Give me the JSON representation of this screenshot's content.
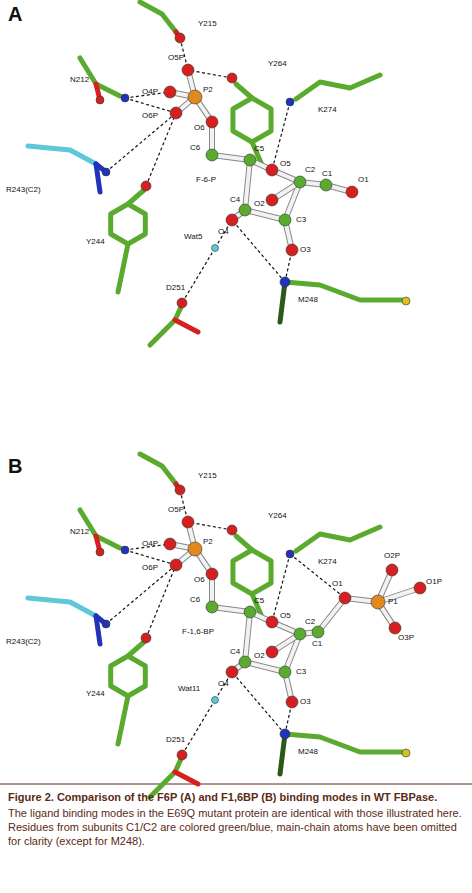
{
  "diagram": {
    "title": "Figure 2. Comparison of the F6P (A) and F1,6BP (B) binding modes in WT FBPase.",
    "caption": "The ligand binding modes in the E69Q mutant protein are identical with those illustrated here. Residues from subunits C1/C2 are colored green/blue, main-chain atoms have been omitted for clarity (except for M248).",
    "labels": [
      "A",
      "Y215",
      "O5P",
      "Y264",
      "K274",
      "N212",
      "O4P",
      "P2",
      "O6P",
      "O6",
      "C6",
      "C5",
      "O5",
      "C2",
      "C1",
      "O1",
      "F-6-P",
      "R243(C2)",
      "Y244",
      "Wat5",
      "C4",
      "O4",
      "O2",
      "C3",
      "O3",
      "M248",
      "D251",
      "B",
      "Y215",
      "O5P",
      "Y264",
      "K274",
      "N212",
      "O4P",
      "P2",
      "O6P",
      "O6",
      "C6",
      "C5",
      "O5",
      "C2",
      "O1",
      "O2P",
      "P1",
      "O1P",
      "O3P",
      "C1",
      "F-1,6-BP",
      "R243(C2)",
      "Y244",
      "Wat11",
      "C4",
      "O4",
      "O2",
      "C3",
      "O3",
      "M248",
      "D251"
    ]
  }
}
